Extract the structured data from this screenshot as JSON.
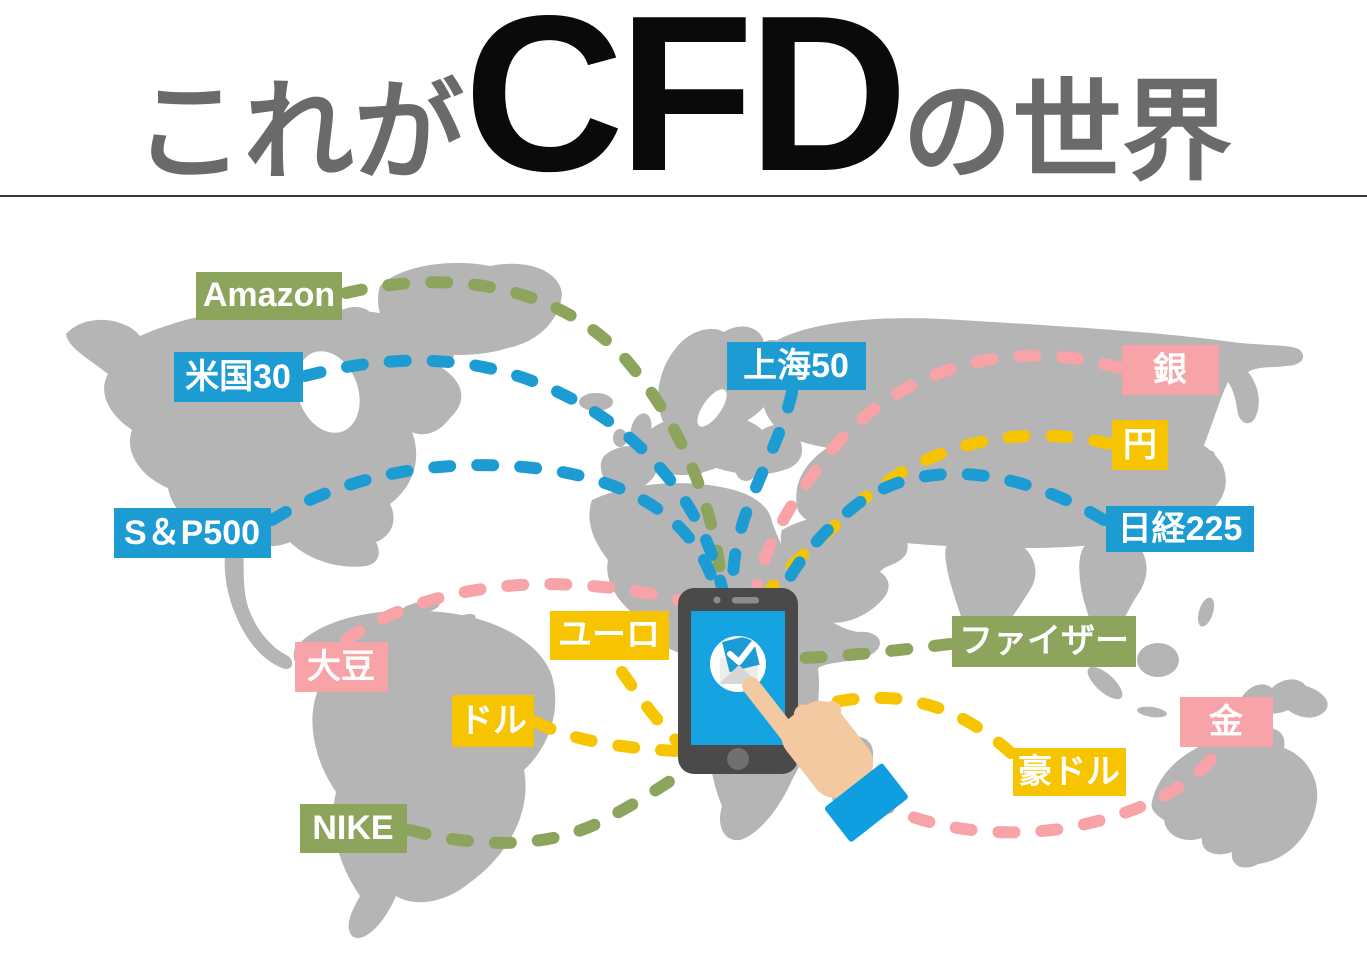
{
  "title": {
    "prefix": "これが",
    "brand": "CFD",
    "suffix": "の世界"
  },
  "labels": [
    {
      "name": "amazon",
      "text": "Amazon",
      "color": "#8da45d"
    },
    {
      "name": "us30",
      "text": "米国30",
      "color": "#1d9cd3"
    },
    {
      "name": "sp500",
      "text": "S＆P500",
      "color": "#1d9cd3"
    },
    {
      "name": "shanghai50",
      "text": "上海50",
      "color": "#1d9cd3"
    },
    {
      "name": "silver",
      "text": "銀",
      "color": "#f8a3a7"
    },
    {
      "name": "jpy",
      "text": "円",
      "color": "#f6c400"
    },
    {
      "name": "nikkei225",
      "text": "日経225",
      "color": "#1d9cd3"
    },
    {
      "name": "euro",
      "text": "ユーロ",
      "color": "#f6c400"
    },
    {
      "name": "pfizer",
      "text": "ファイザー",
      "color": "#8da45d"
    },
    {
      "name": "soybean",
      "text": "大豆",
      "color": "#f8a3a7"
    },
    {
      "name": "usd",
      "text": "ドル",
      "color": "#f6c400"
    },
    {
      "name": "aud",
      "text": "豪ドル",
      "color": "#f6c400"
    },
    {
      "name": "gold",
      "text": "金",
      "color": "#f8a3a7"
    },
    {
      "name": "nike",
      "text": "NIKE",
      "color": "#8da45d"
    }
  ],
  "palette": {
    "index_blue": "#1d9cd3",
    "currency_yellow": "#f6c400",
    "commodity_pink": "#f8a3a7",
    "stock_olive": "#8da45d",
    "map_gray": "#b5b5b5",
    "title_gray": "#6a6a6a",
    "title_black": "#0a0a0a",
    "phone_body": "#4a4a4a",
    "phone_screen_blue": "#16a3e2",
    "hand_skin": "#f3c9a2",
    "cuff_blue": "#0f9fe0"
  },
  "phone": {
    "icon": "mail-check-icon"
  }
}
